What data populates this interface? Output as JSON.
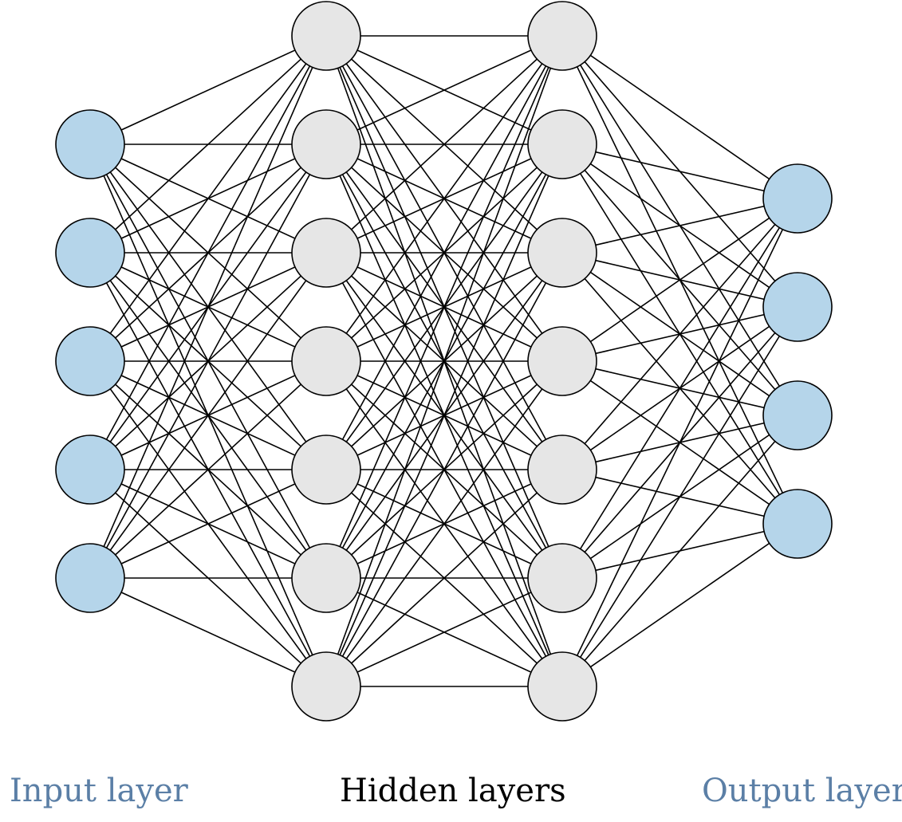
{
  "labels": {
    "input": "Input layer",
    "hidden": "Hidden layers",
    "output": "Output layer"
  },
  "network": {
    "layers": [
      {
        "name": "input",
        "neurons": 5
      },
      {
        "name": "hidden-1",
        "neurons": 7
      },
      {
        "name": "hidden-2",
        "neurons": 7
      },
      {
        "name": "output",
        "neurons": 4
      }
    ],
    "connectivity": "fully-connected"
  },
  "colors": {
    "input_fill": "#b5d5ea",
    "hidden_fill": "#e6e6e6",
    "output_fill": "#b5d5ea",
    "stroke": "#000000",
    "input_label": "#5b7fa6",
    "hidden_label": "#000000",
    "output_label": "#5b7fa6"
  }
}
